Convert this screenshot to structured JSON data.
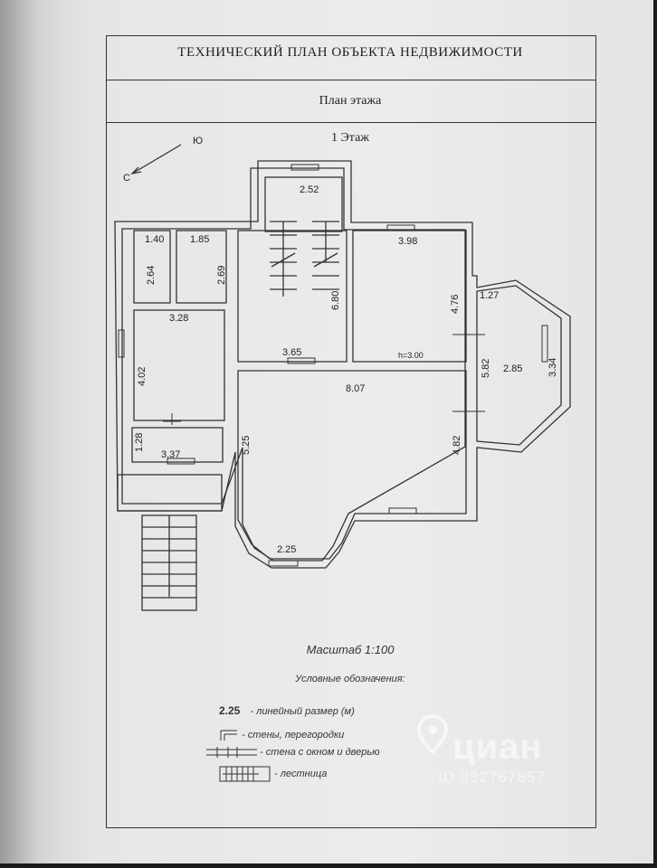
{
  "document": {
    "title": "ТЕХНИЧЕСКИЙ ПЛАН ОБЪЕКТА НЕДВИЖИМОСТИ",
    "subtitle": "План этажа",
    "floor": "1 Этаж"
  },
  "compass": {
    "north": "С",
    "south": "Ю"
  },
  "dimensions": {
    "d252": "2.52",
    "d140": "1.40",
    "d185": "1.85",
    "d398": "3.98",
    "d264": "2.64",
    "d269": "2.69",
    "d328": "3.28",
    "d680": "6.80",
    "d476": "4.76",
    "d127": "1.27",
    "d402": "4.02",
    "d365": "3.65",
    "h300": "h=3.00",
    "d582": "5.82",
    "d285": "2.85",
    "d334": "3.34",
    "d807": "8.07",
    "d525": "5.25",
    "d482": "4.82",
    "d128": "1.28",
    "d337": "3.37",
    "d225": "2.25"
  },
  "scale": "Масштаб 1:100",
  "legend": {
    "title": "Условные обозначения:",
    "items": [
      {
        "symbol": "2.25",
        "text": "- линейный размер (м)"
      },
      {
        "symbol": "walls",
        "text": "- стены, перегородки"
      },
      {
        "symbol": "window",
        "text": "- стена с окном и дверью"
      },
      {
        "symbol": "stairs",
        "text": "- лестница"
      }
    ]
  },
  "watermark": {
    "brand": "циан",
    "id": "ID 332767857"
  }
}
